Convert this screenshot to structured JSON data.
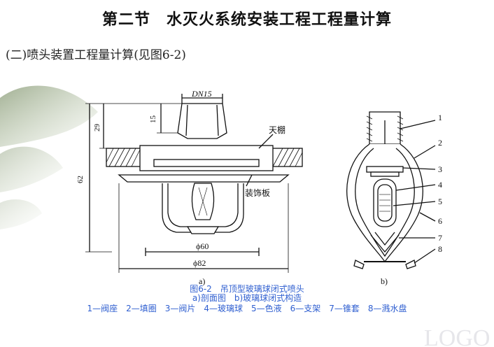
{
  "header": {
    "title": "第二节　水灭火系统安装工程工程量计算",
    "subtitle": "(二)喷头装置工程量计算(见图6-2)"
  },
  "figure": {
    "dims": {
      "dn": "DN15",
      "d15": "15",
      "d29": "29",
      "d62": "62",
      "d60": "ϕ60",
      "d82": "ϕ82"
    },
    "left_labels": {
      "ceiling": "天棚",
      "plate": "装饰板"
    },
    "panel_a": "a)",
    "panel_b": "b)",
    "callouts": [
      "1",
      "2",
      "3",
      "4",
      "5",
      "6",
      "7",
      "8"
    ]
  },
  "caption": {
    "line1": "图6-2　吊顶型玻璃球闭式喷头",
    "line2": "a)剖面图　b)玻璃球闭式构造",
    "line3": "1—阀座　2—填圈　3—阀片　4—玻璃球　5—色液　6—支架　7—锥套　8—溅水盘"
  },
  "colors": {
    "caption": "#2f5fd0",
    "decor": "#6e8a52"
  }
}
